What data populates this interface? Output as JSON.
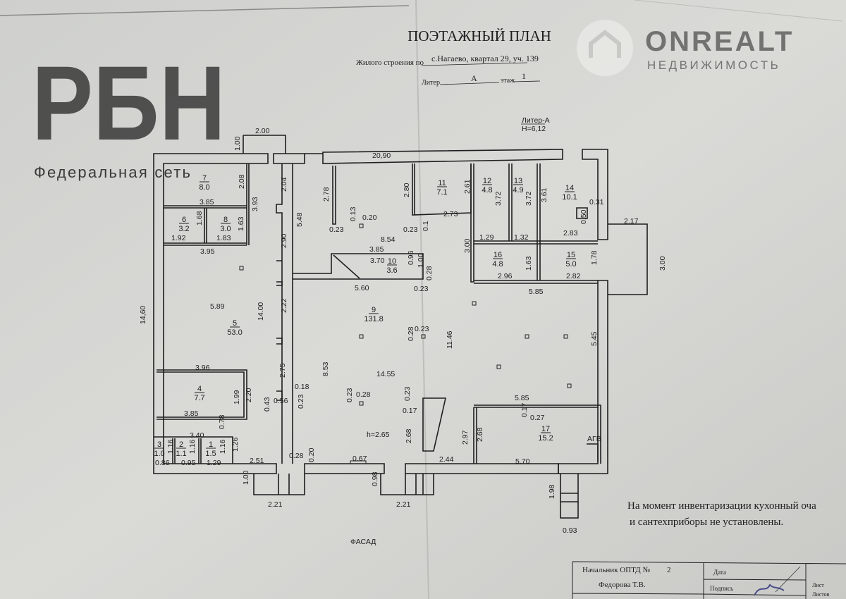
{
  "header": {
    "title": "ПОЭТАЖНЫЙ ПЛАН",
    "address_label": "Жилого строения по",
    "address_value": "с.Нагаево, квартал 29, уч. 139",
    "liter_label": "Литер",
    "liter_value": "А",
    "floor_label": "этаж",
    "floor_value": "1",
    "liter_note": "Литер-А",
    "height_note": "Н=6,12"
  },
  "watermarks": {
    "rbn_logo": "РБН",
    "rbn_tagline": "Федеральная сеть",
    "onrealt_logo": "ONREALT",
    "onrealt_tagline": "НЕДВИЖИМОСТЬ"
  },
  "plan": {
    "facade_label": "ФАСАД",
    "agv_label": "АГВ",
    "ceiling_height": "h=2.65",
    "rooms": [
      {
        "number": "1",
        "area": "1.5"
      },
      {
        "number": "2",
        "area": "1.1"
      },
      {
        "number": "3",
        "area": "1.0"
      },
      {
        "number": "4",
        "area": "7.7"
      },
      {
        "number": "5",
        "area": "53.0"
      },
      {
        "number": "6",
        "area": "3.2"
      },
      {
        "number": "7",
        "area": "8.0"
      },
      {
        "number": "8",
        "area": "3.0"
      },
      {
        "number": "9",
        "area": "131.8"
      },
      {
        "number": "10",
        "area": "3.6"
      },
      {
        "number": "11",
        "area": "7.1"
      },
      {
        "number": "12",
        "area": "4.8"
      },
      {
        "number": "13",
        "area": "4.9"
      },
      {
        "number": "14",
        "area": "10.1"
      },
      {
        "number": "15",
        "area": "5.0"
      },
      {
        "number": "16",
        "area": "4.8"
      },
      {
        "number": "17",
        "area": "15.2"
      }
    ],
    "dimensions": [
      "2.00",
      "1.00",
      "20,90",
      "2.08",
      "3.85",
      "2.04",
      "2.78",
      "3.93",
      "1.68",
      "1.63",
      "1.92",
      "1.83",
      "3.95",
      "5.48",
      "2.90",
      "0.13",
      "0.20",
      "0.23",
      "8.54",
      "2.80",
      "0.23",
      "0.1",
      "2.61",
      "2.73",
      "3.72",
      "3.72",
      "3.61",
      "0.50",
      "0.31",
      "1.29",
      "1.32",
      "2.83",
      "2.17",
      "3.00",
      "1.63",
      "1.78",
      "3.00",
      "2.96",
      "2.82",
      "5.85",
      "3.85",
      "3.70",
      "0.96",
      "1.00",
      "0.28",
      "0.23",
      "5.60",
      "5.89",
      "14.00",
      "2.22",
      "14,60",
      "0.23",
      "0.28",
      "11.46",
      "5.45",
      "3.96",
      "2.75",
      "8.53",
      "14.55",
      "1.99",
      "2.20",
      "0.43",
      "0.56",
      "0.18",
      "0.23",
      "0.23",
      "0.28",
      "0.23",
      "0.17",
      "5.85",
      "0.17",
      "0.27",
      "3.85",
      "0.78",
      "3.40",
      "1.16",
      "1.16",
      "1.16",
      "1.26",
      "0.86",
      "0.95",
      "1.29",
      "2.51",
      "0.28",
      "0.20",
      "2.68",
      "2.97",
      "2.68",
      "0.67",
      "2.44",
      "5.70",
      "1.00",
      "2.21",
      "0.98",
      "2.21",
      "1.98",
      "0.93"
    ]
  },
  "notes": {
    "line1": "На момент инвентаризации кухонный оча",
    "line2": "и сантехприборы не установлены."
  },
  "title_block": {
    "position": "Начальник ОПТД №",
    "position_number": "2",
    "name": "Федорова Т.В.",
    "date_label": "Дата",
    "signature_label": "Подпись",
    "sheet_label": "Лист",
    "sheets_label": "Листов"
  },
  "colors": {
    "paper": "#d6d6d3",
    "ink": "#1e1e1e",
    "rbn_pink": "#e8576c"
  }
}
